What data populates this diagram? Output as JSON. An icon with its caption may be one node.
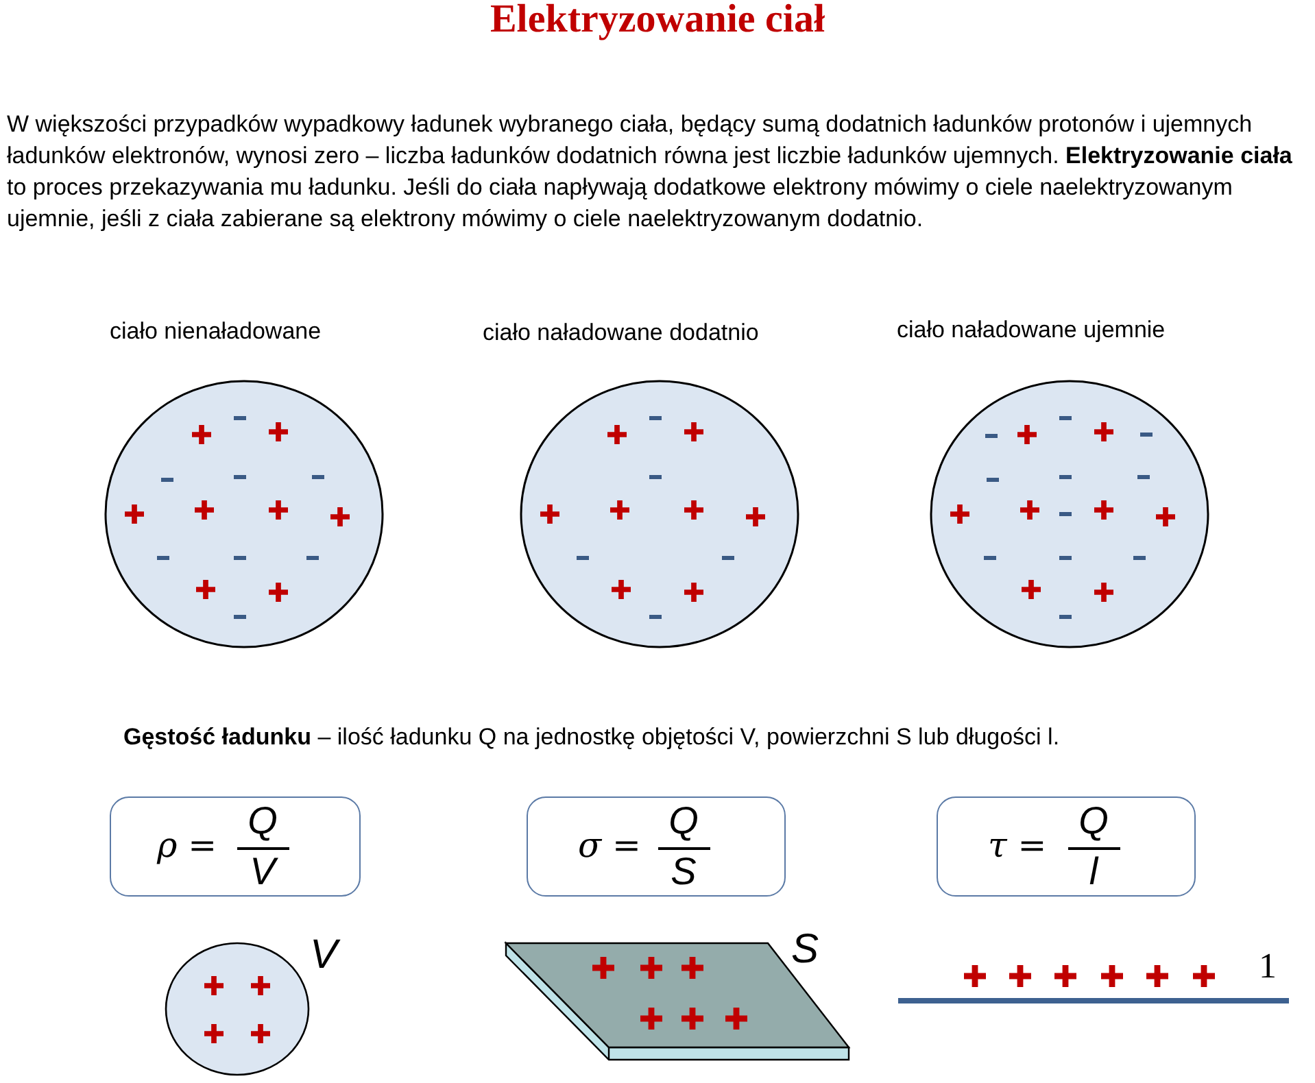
{
  "diagram": {
    "title": "Elektryzowanie ciał",
    "nodes": [
      {
        "text": [
          "ρ =",
          "Q",
          "V"
        ]
      },
      {
        "text": [
          "σ =",
          "Q",
          "S"
        ]
      },
      {
        "text": [
          "τ =",
          "Q",
          "l"
        ]
      }
    ],
    "labels": [
      "W większości przypadków wypadkowy ładunek wybranego ciała, będący sumą dodatnich ładunków protonów i ujemnych ładunków elektronów, wynosi zero – liczba ładunków dodatnich równa jest liczbie ładunków ujemnych. **Elektryzowanie ciała** to proces przekazywania mu ładunku. Jeśli do ciała napływają dodatkowe elektrony mówimy o ciele naelektryzowanym ujemnie, jeśli z ciała zabierane są elektrony mówimy o ciele naelektryzowanym dodatnio.",
      "ciało nienaładowane",
      "ciało naładowane dodatnio",
      "ciało naładowane ujemnie",
      "**Gęstość ładunku** – ilość ładunku Q  na jednostkę objętości V, powierzchni S lub długości l.",
      "V",
      "S",
      "1"
    ]
  }
}
